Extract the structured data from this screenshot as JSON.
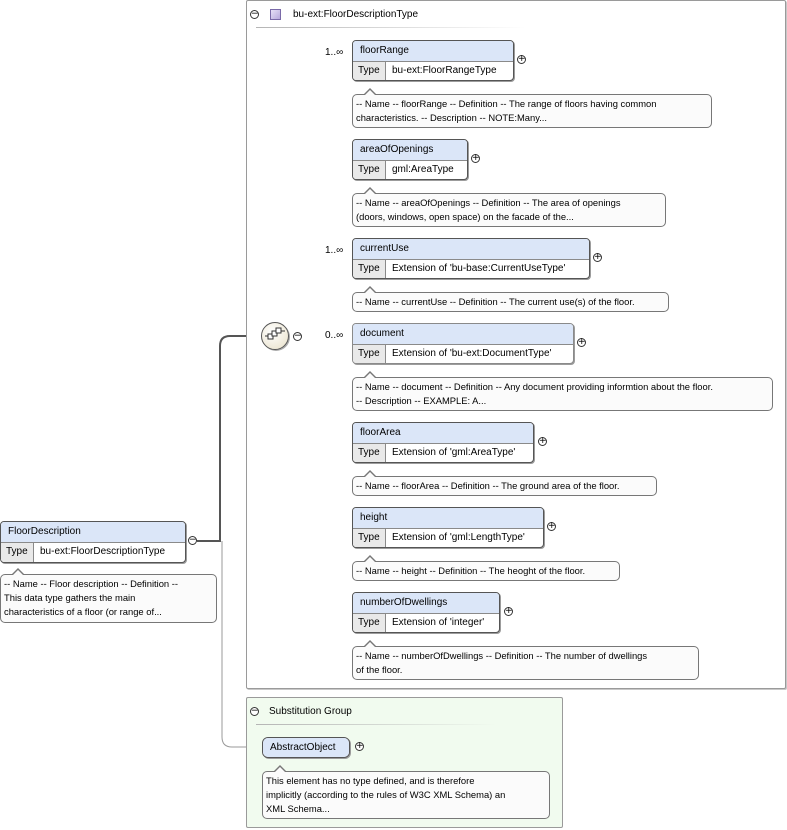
{
  "type_panel": {
    "title": "bu-ext:FloorDescriptionType",
    "icon": "complex-type-icon"
  },
  "substitution_panel": {
    "title": "Substitution Group"
  },
  "root": {
    "name": "FloorDescription",
    "type_label": "Type",
    "type_value": "bu-ext:FloorDescriptionType",
    "note": [
      "-- Name -- Floor description -- Definition --",
      "This data type gathers the main",
      "characteristics of a floor (or range of..."
    ]
  },
  "elements": [
    {
      "name": "floorRange",
      "type_label": "Type",
      "type_value": "bu-ext:FloorRangeType",
      "cardinality": "1..∞",
      "note": [
        "-- Name -- floorRange -- Definition -- The range of floors having common",
        "characteristics. -- Description -- NOTE:Many..."
      ]
    },
    {
      "name": "areaOfOpenings",
      "type_label": "Type",
      "type_value": "gml:AreaType",
      "cardinality": "",
      "note": [
        "-- Name -- areaOfOpenings -- Definition -- The area of openings",
        "(doors, windows, open space) on the facade of the..."
      ]
    },
    {
      "name": "currentUse",
      "type_label": "Type",
      "type_value": "Extension of 'bu-base:CurrentUseType'",
      "cardinality": "1..∞",
      "note": [
        "-- Name -- currentUse -- Definition -- The current use(s) of the floor."
      ]
    },
    {
      "name": "document",
      "type_label": "Type",
      "type_value": "Extension of 'bu-ext:DocumentType'",
      "cardinality": "0..∞",
      "note": [
        "-- Name -- document -- Definition -- Any document providing informtion about the floor.",
        "-- Description -- EXAMPLE: A..."
      ]
    },
    {
      "name": "floorArea",
      "type_label": "Type",
      "type_value": "Extension of 'gml:AreaType'",
      "cardinality": "",
      "note": [
        "-- Name -- floorArea -- Definition -- The ground area of the floor."
      ]
    },
    {
      "name": "height",
      "type_label": "Type",
      "type_value": "Extension of 'gml:LengthType'",
      "cardinality": "",
      "note": [
        "-- Name -- height -- Definition -- The heoght of the floor."
      ]
    },
    {
      "name": "numberOfDwellings",
      "type_label": "Type",
      "type_value": "Extension of 'integer'",
      "cardinality": "",
      "note": [
        "-- Name -- numberOfDwellings -- Definition -- The number of dwellings",
        "of the floor."
      ]
    }
  ],
  "abstract": {
    "name": "AbstractObject",
    "note": [
      "This element has no type defined, and is therefore",
      "implicitly (according to the rules of W3C XML Schema) an",
      "XML Schema..."
    ]
  },
  "symbols": {
    "collapse": "−",
    "expand": "+"
  },
  "colors": {
    "element_header": "#dbe6f8",
    "substitution_bg": "#f1fbef",
    "connector": "#555555"
  }
}
